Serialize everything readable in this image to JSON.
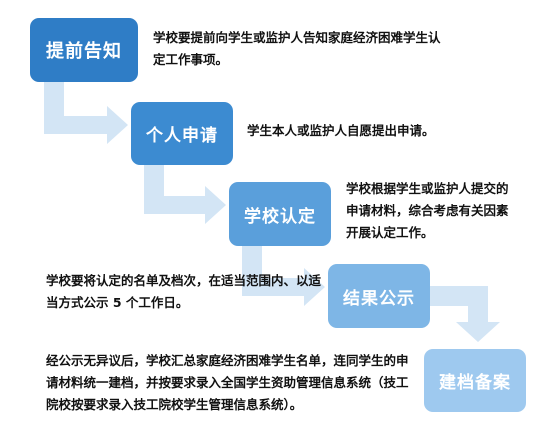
{
  "steps": [
    {
      "label": "提前告知",
      "description": "学校要提前向学生或监护人告知家庭经济困难学生认定工作事项。"
    },
    {
      "label": "个人申请",
      "description": "学生本人或监护人自愿提出申请。"
    },
    {
      "label": "学校认定",
      "description": "学校根据学生或监护人提交的申请材料，综合考虑有关因素开展认定工作。"
    },
    {
      "label": "结果公示",
      "description": "学校要将认定的名单及档次，在适当范围内、以适当方式公示 5 个工作日。"
    },
    {
      "label": "建档备案",
      "description": "经公示无异议后，学校汇总家庭经济困难学生名单，连同学生的申请材料统一建档，并按要求录入全国学生资助管理信息系统（技工院校按要求录入技工院校学生管理信息系统）。"
    }
  ],
  "colors": {
    "step1": "#2f7dc6",
    "step2": "#3c8bd1",
    "step3": "#5a9fdb",
    "step4": "#7eb6e6",
    "step5": "#9ec9ef",
    "arrow": "#d3e5f5",
    "text": "#111111"
  }
}
